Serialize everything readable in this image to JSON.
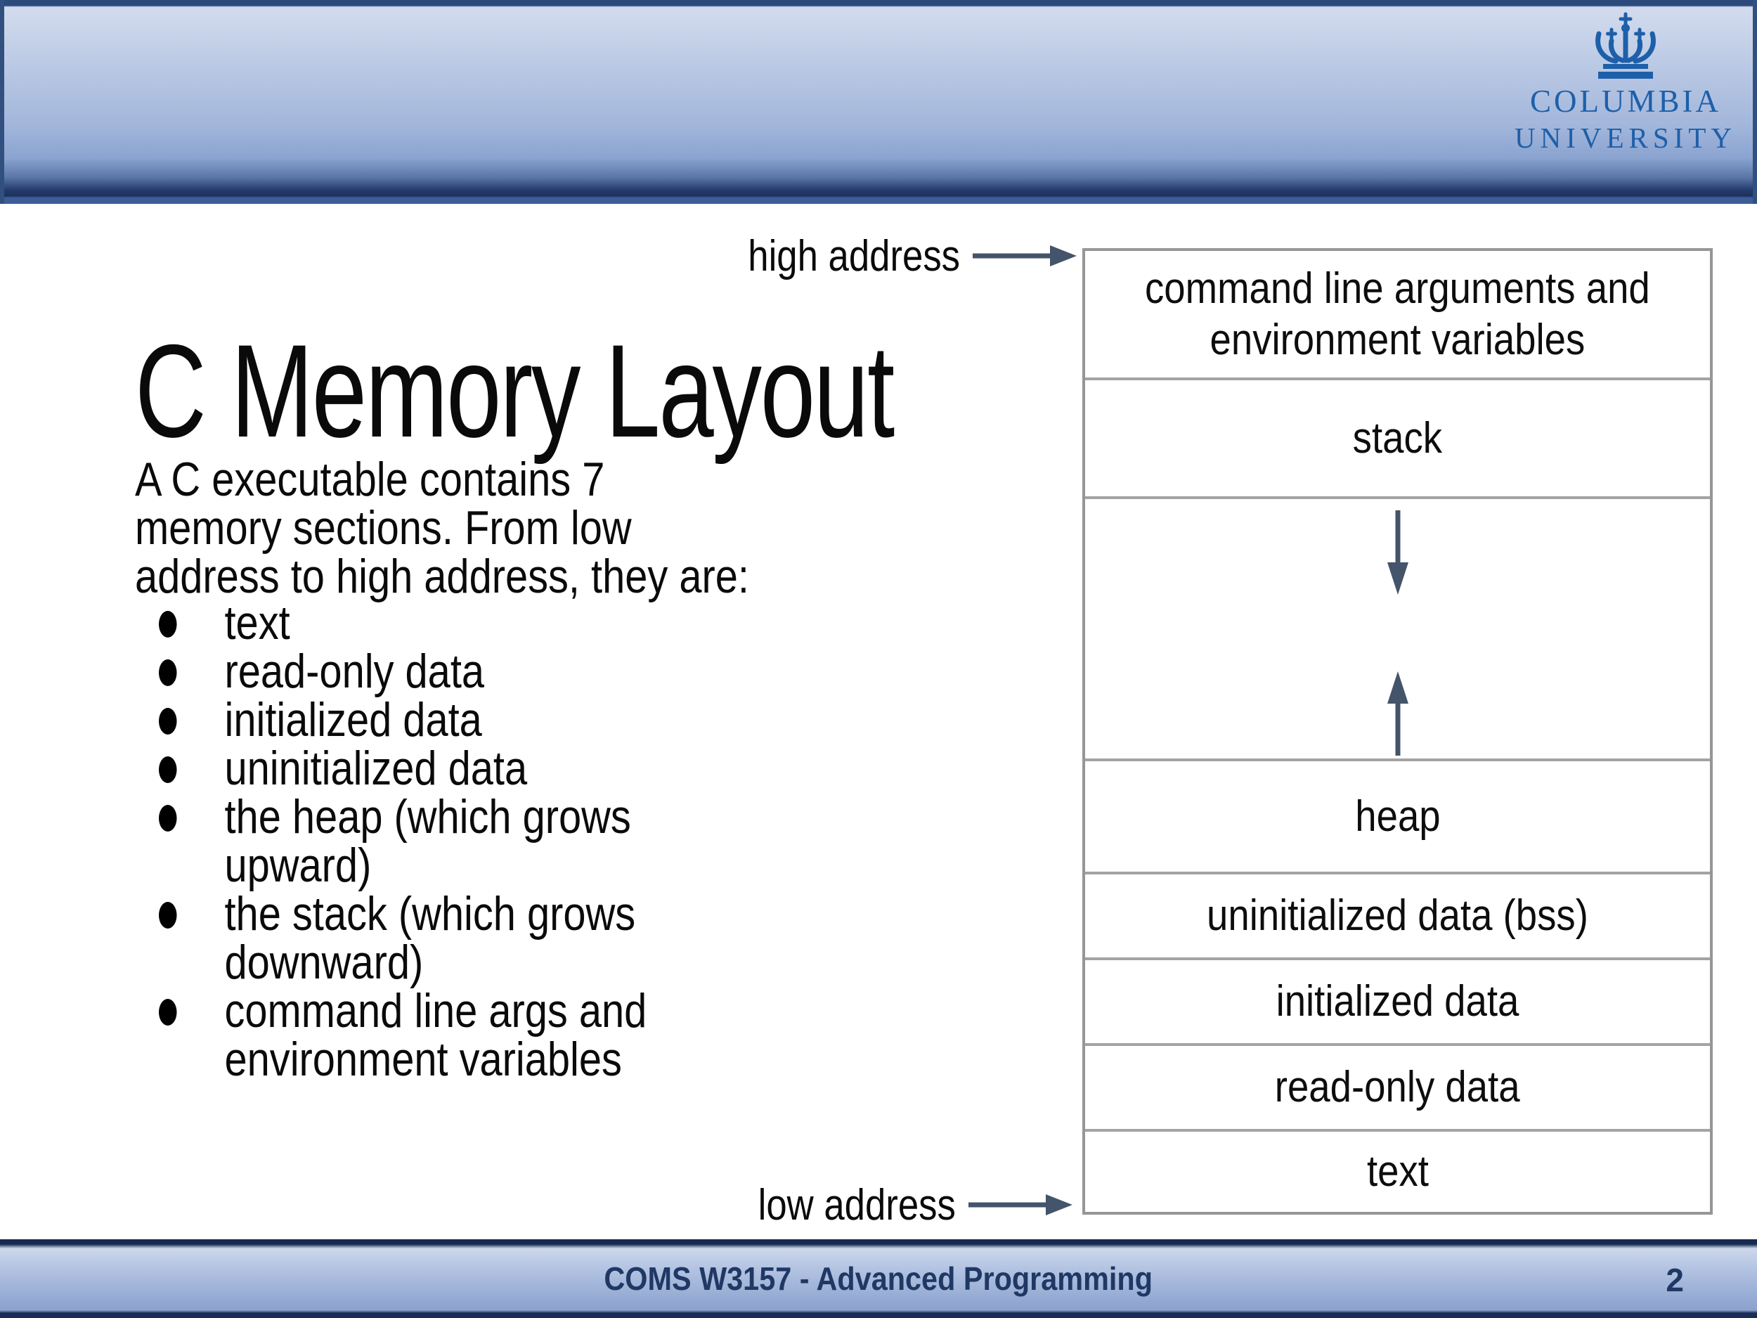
{
  "logo": {
    "line1": "COLUMBIA",
    "line2": "UNIVERSITY"
  },
  "title": "C Memory Layout",
  "intro": "A C executable contains 7\nmemory sections. From low\naddress to high address, they are:",
  "bullets": [
    "text",
    "read-only data",
    "initialized data",
    "uninitialized data",
    "the heap (which grows\nupward)",
    "the stack (which grows\ndownward)",
    "command line args and\nenvironment variables"
  ],
  "diagram": {
    "high_address_label": "high address",
    "low_address_label": "low address",
    "rows": {
      "cmdline": "command line arguments and\nenvironment variables",
      "stack": "stack",
      "heap": "heap",
      "bss": "uninitialized data (bss)",
      "initialized": "initialized data",
      "readonly": "read-only data",
      "text": "text"
    }
  },
  "footer": {
    "course": "COMS W3157 - Advanced Programming",
    "page": "2"
  },
  "colors": {
    "arrow_accent": "#44546a",
    "box_border_gray": "#9a9a9a",
    "footer_navy": "#1f3864",
    "logo_blue": "#1e5fa9",
    "header_light_blue": "#d3dcee",
    "header_mid_blue": "#8aa3d0",
    "header_dark_navy": "#1d3158"
  }
}
